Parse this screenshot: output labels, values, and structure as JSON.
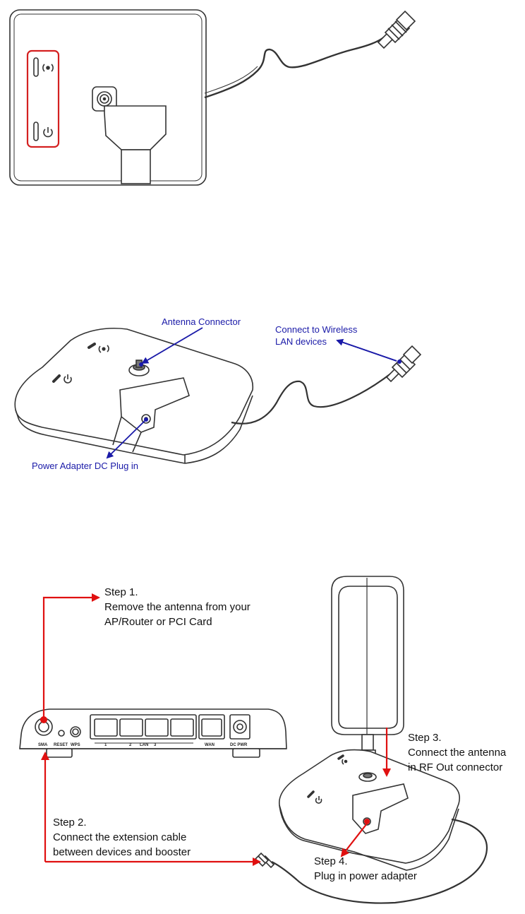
{
  "colors": {
    "blue_arrow": "#1a1aa8",
    "red_arrow": "#e01010",
    "highlight_box": "#d42020",
    "line_art": "#333333"
  },
  "figure2": {
    "antenna_connector": "Antenna Connector",
    "connect_wireless_line1": "Connect to Wireless",
    "connect_wireless_line2": "LAN devices",
    "power_adapter": "Power Adapter DC Plug in"
  },
  "figure3": {
    "router_ports": {
      "sma": "SMA",
      "reset": "RESET",
      "wps": "WPS",
      "lan": "LAN",
      "lan_numbers": [
        "1",
        "2",
        "3"
      ],
      "wan": "WAN",
      "dc_pwr": "DC PWR"
    },
    "step1": {
      "title": "Step 1.",
      "line1": "Remove the antenna from your",
      "line2": "AP/Router or PCI Card"
    },
    "step2": {
      "title": "Step 2.",
      "line1": "Connect the extension cable",
      "line2": "between devices and booster"
    },
    "step3": {
      "title": "Step 3.",
      "line1": "Connect the antenna",
      "line2": "in RF Out connector"
    },
    "step4": {
      "title": "Step 4.",
      "line1": "Plug in power adapter"
    }
  }
}
